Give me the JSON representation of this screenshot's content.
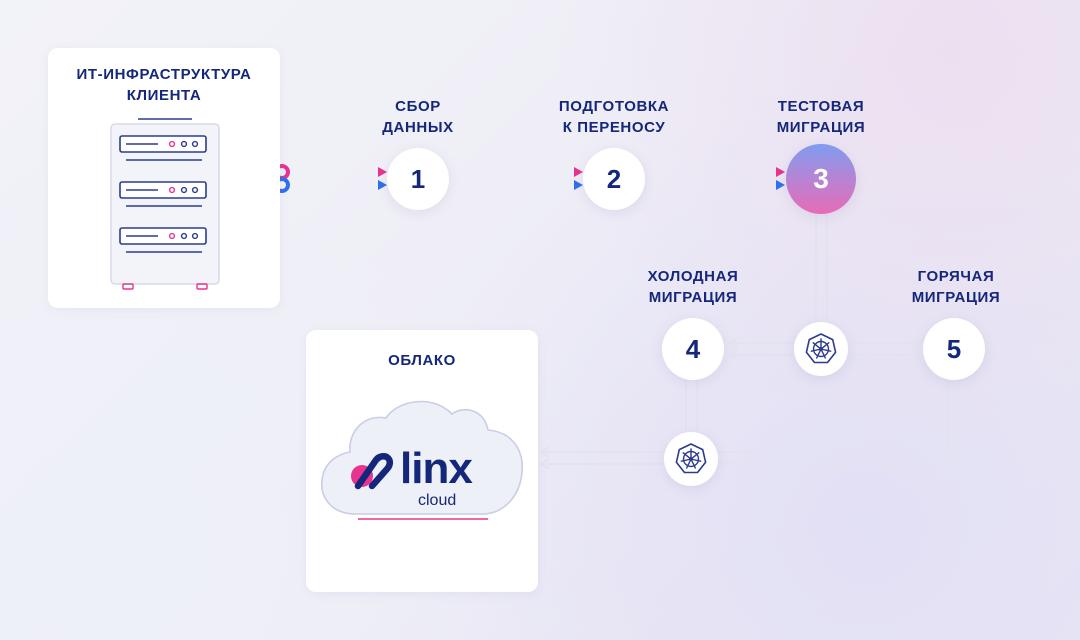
{
  "client_infra": {
    "line1": "ИТ-ИНФРАСТРУКТУРА",
    "line2": "КЛИЕНТА"
  },
  "steps": [
    {
      "number": "1",
      "line1": "СБОР",
      "line2": "ДАННЫХ"
    },
    {
      "number": "2",
      "line1": "ПОДГОТОВКА",
      "line2": "К ПЕРЕНОСУ"
    },
    {
      "number": "3",
      "line1": "ТЕСТОВАЯ",
      "line2": "МИГРАЦИЯ"
    },
    {
      "number": "4",
      "line1": "ХОЛОДНАЯ",
      "line2": "МИГРАЦИЯ"
    },
    {
      "number": "5",
      "line1": "ГОРЯЧАЯ",
      "line2": "МИГРАЦИЯ"
    }
  ],
  "cloud": {
    "title": "ОБЛАКО",
    "logo_main": "linx",
    "logo_sub": "cloud"
  },
  "icons": {
    "migration_hub": "kubernetes-wheel-icon",
    "server": "server-rack-icon"
  },
  "colors": {
    "navy": "#14277a",
    "pink": "#e8338f",
    "blue": "#2f6ff0",
    "step3_gradient": [
      "#7f9cf0",
      "#b286d7",
      "#e66cb6"
    ],
    "connector": "#e2e3ee"
  }
}
